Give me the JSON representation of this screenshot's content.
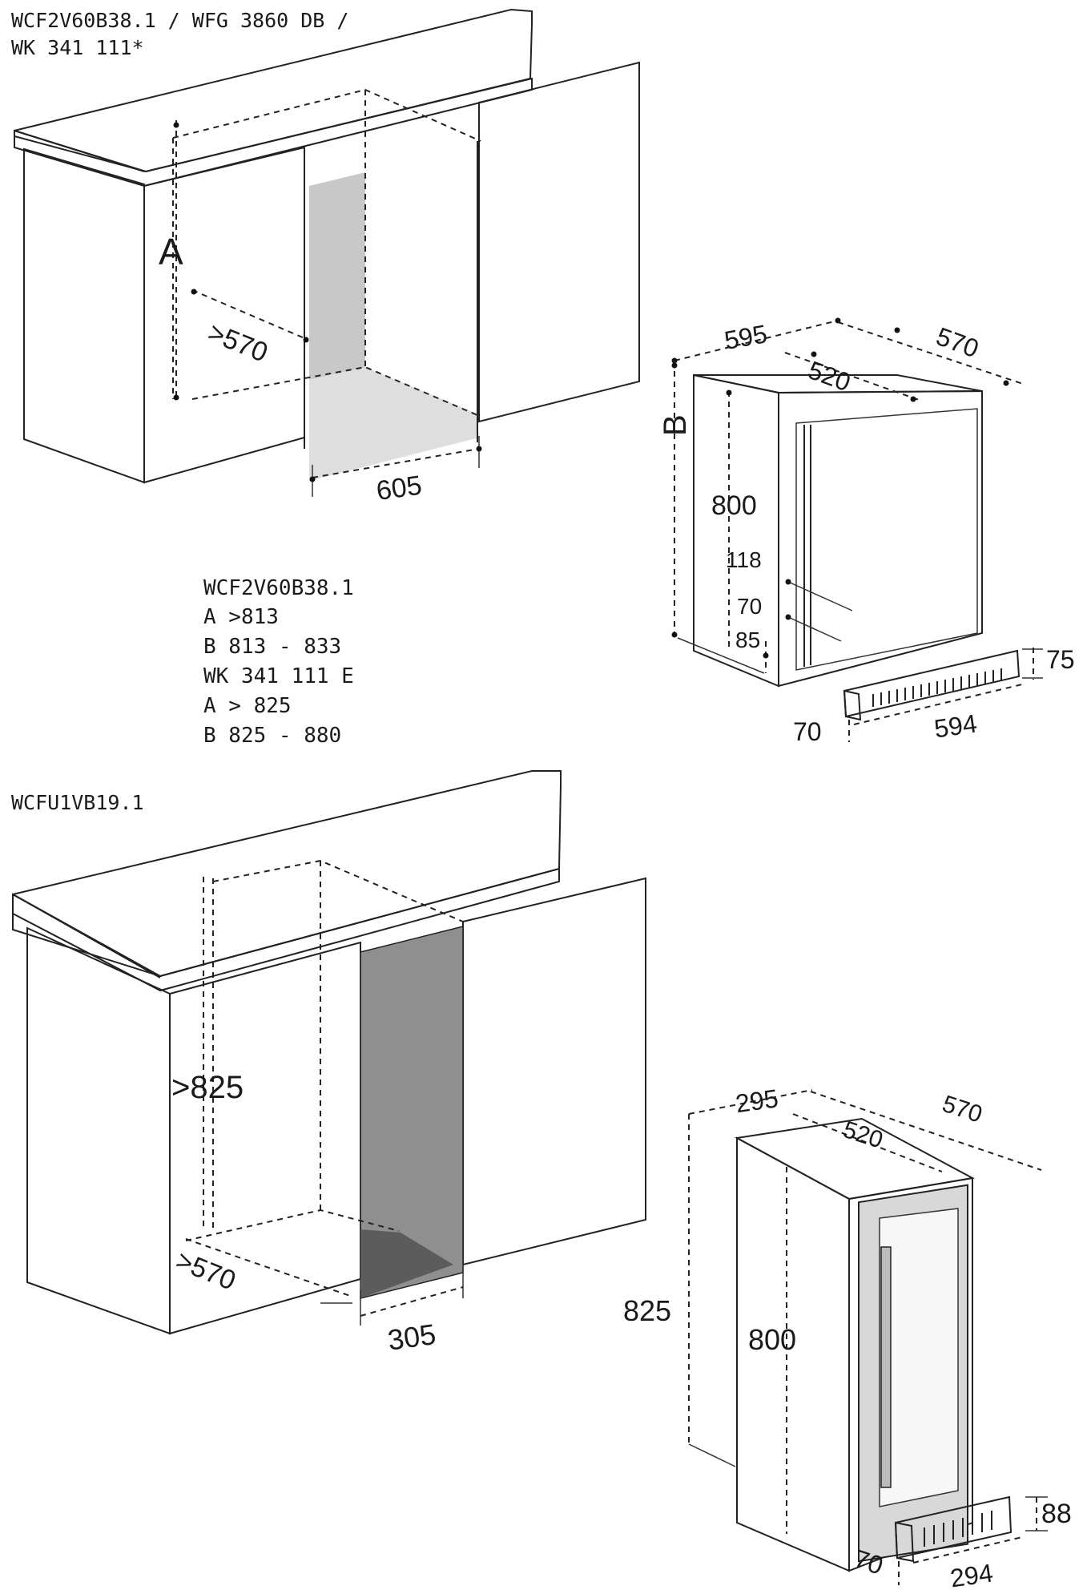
{
  "section1": {
    "title_line1": "WCF2V60B38.1 / WFG 3860 DB /",
    "title_line2": "WK 341 111*",
    "niche_labels": {
      "a": "A",
      "depth": ">570",
      "width": "605"
    },
    "appliance_labels": {
      "width": "595",
      "depth_total": "570",
      "depth_body": "520",
      "b": "B",
      "height": "800",
      "d118": "118",
      "d70": "70",
      "d85": "85",
      "plinth_height": "75",
      "plinth_depth": "70",
      "plinth_width": "594"
    },
    "spec_lines": [
      "WCF2V60B38.1",
      "A >813",
      "B 813 - 833",
      "WK 341 111 E",
      "A > 825",
      "B 825 - 880"
    ]
  },
  "section2": {
    "title": "WCFU1VB19.1",
    "niche_labels": {
      "height": ">825",
      "depth": ">570",
      "width": "305"
    },
    "appliance_labels": {
      "width": "295",
      "depth_total": "570",
      "depth_body": "520",
      "height_total": "825",
      "height": "800",
      "plinth_height": "88",
      "plinth_depth": "70",
      "plinth_width": "294"
    }
  }
}
